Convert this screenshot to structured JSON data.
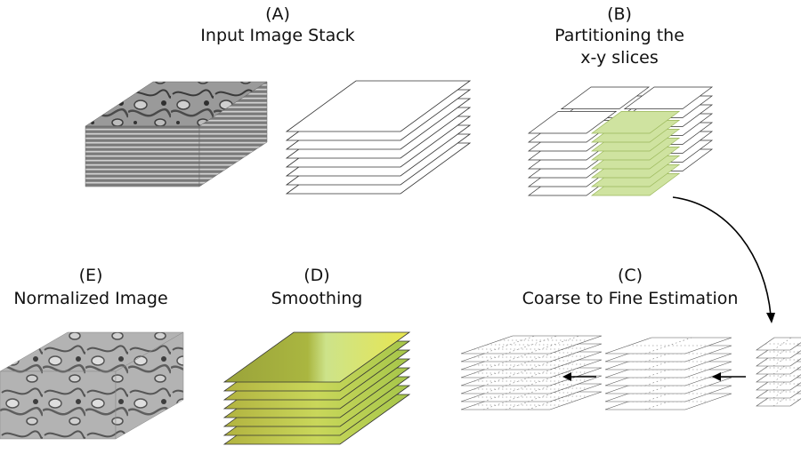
{
  "panels": {
    "a": {
      "letter": "(A)",
      "title": "Input Image Stack"
    },
    "b": {
      "letter": "(B)",
      "title_line1": "Partitioning the",
      "title_line2": "x-y slices"
    },
    "c": {
      "letter": "(C)",
      "title": "Coarse to Fine Estimation"
    },
    "d": {
      "letter": "(D)",
      "title": "Smoothing"
    },
    "e": {
      "letter": "(E)",
      "title": "Normalized Image"
    }
  },
  "colors": {
    "slice_stroke": "#333333",
    "highlight": "#cfe3a0",
    "tissue_dark": "#555555",
    "tissue_light": "#c9c9c9",
    "smooth_olive": "#9aa33a",
    "smooth_yellow": "#e8e650",
    "smooth_light": "#cde38a",
    "arrow": "#000000"
  },
  "icons": {
    "flow_arrow": "curved-arrow-icon",
    "step_arrow": "left-arrow-icon"
  }
}
